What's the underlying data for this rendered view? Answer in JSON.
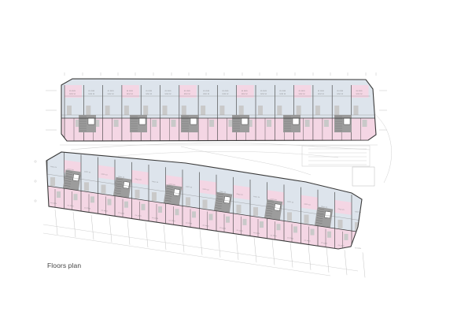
{
  "caption": "Floors plan",
  "colors": {
    "living_space": "#dde4ec",
    "bedroom": "#f4d6e4",
    "core_circulation": "#9c9c9c",
    "wet_room": "#c9c9c9",
    "balcony": "#cfe8c9",
    "wall": "#3a3a3a",
    "grid_line": "#c4c4c4"
  },
  "plans": [
    {
      "name": "upper-block",
      "cores": 6
    },
    {
      "name": "lower-block",
      "cores": 6
    }
  ]
}
